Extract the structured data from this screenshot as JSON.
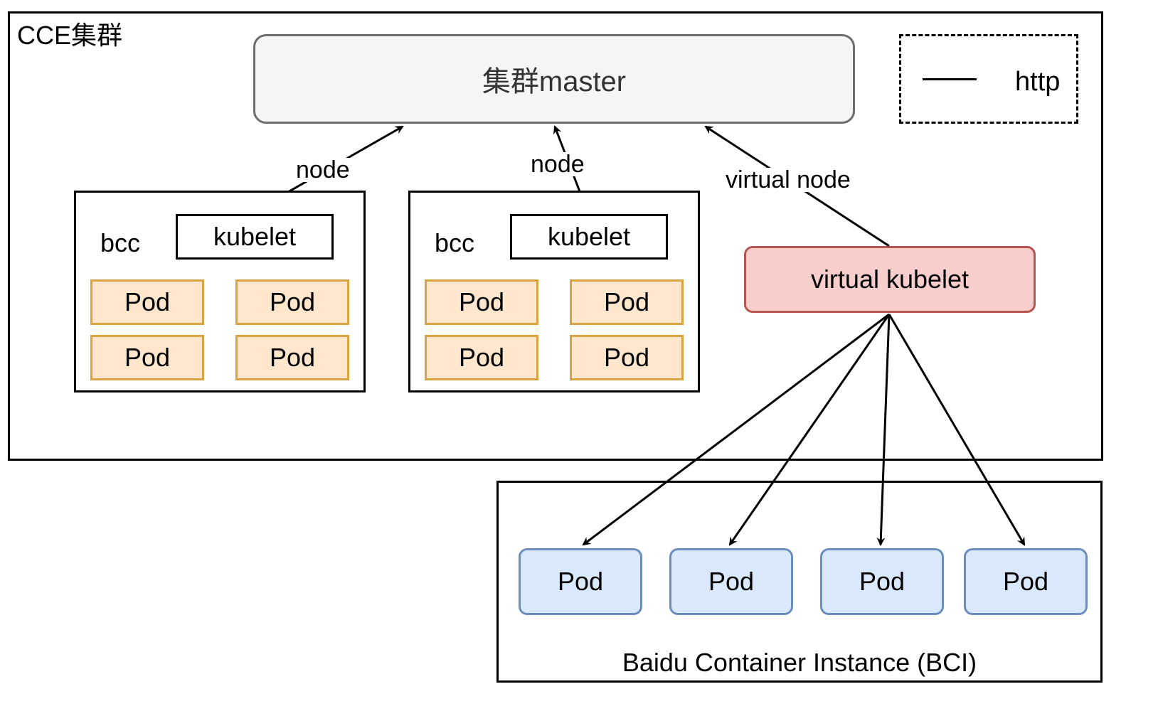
{
  "cluster": {
    "label": "CCE集群"
  },
  "master": {
    "label": "集群master"
  },
  "legend": {
    "label": "http"
  },
  "bcc_nodes": [
    {
      "label": "bcc",
      "kubelet": "kubelet",
      "pods": [
        "Pod",
        "Pod",
        "Pod",
        "Pod"
      ]
    },
    {
      "label": "bcc",
      "kubelet": "kubelet",
      "pods": [
        "Pod",
        "Pod",
        "Pod",
        "Pod"
      ]
    }
  ],
  "edge_labels": {
    "node1": "node",
    "node2": "node",
    "virtual_node": "virtual node"
  },
  "virtual_kubelet": {
    "label": "virtual kubelet"
  },
  "bci": {
    "label": "Baidu Container Instance (BCI)",
    "pods": [
      "Pod",
      "Pod",
      "Pod",
      "Pod"
    ]
  },
  "colors": {
    "master_fill": "#f5f5f5",
    "master_stroke": "#6d6d6d",
    "pod_orange_fill": "#ffe6cc",
    "pod_orange_stroke": "#d9a441",
    "virtual_kubelet_fill": "#f8cecc",
    "virtual_kubelet_stroke": "#b85450",
    "pod_blue_fill": "#dae8fc",
    "pod_blue_stroke": "#6c8ebf"
  }
}
